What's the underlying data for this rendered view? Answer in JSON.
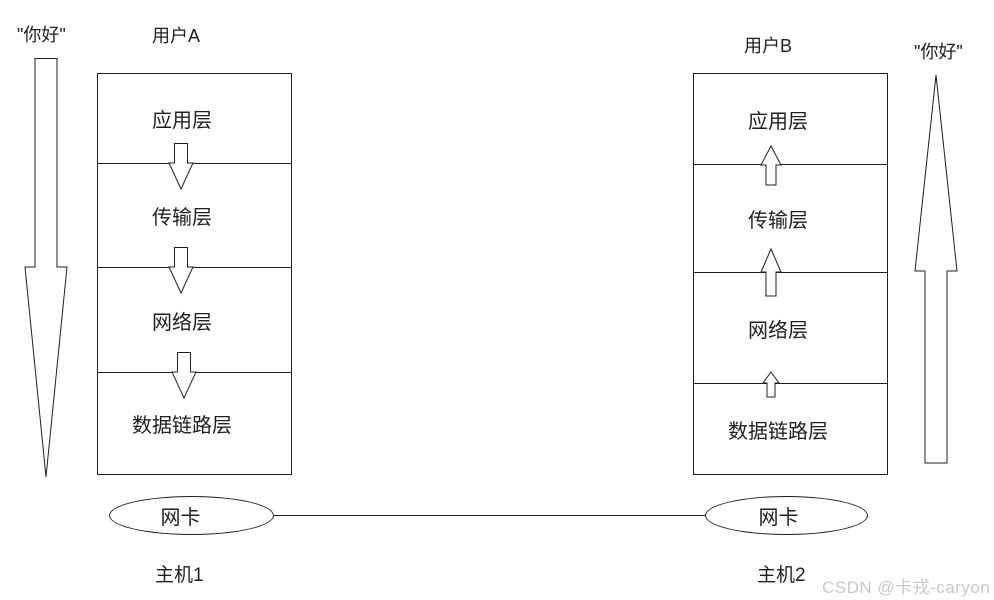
{
  "colors": {
    "line": "#1f1f1f",
    "background": "#ffffff",
    "watermark": "#c9c9c9"
  },
  "left_host": {
    "message": "\"你好\"",
    "message_flow": "down",
    "user_label": "用户A",
    "layers": [
      "应用层",
      "传输层",
      "网络层",
      "数据链路层"
    ],
    "layer_arrow_direction": "down",
    "nic_label": "网卡",
    "host_label": "主机1"
  },
  "right_host": {
    "message": "\"你好\"",
    "message_flow": "up",
    "user_label": "用户B",
    "layers": [
      "应用层",
      "传输层",
      "网络层",
      "数据链路层"
    ],
    "layer_arrow_direction": "up",
    "nic_label": "网卡",
    "host_label": "主机2"
  },
  "watermark": {
    "text": "CSDN @卡戎-caryon"
  }
}
